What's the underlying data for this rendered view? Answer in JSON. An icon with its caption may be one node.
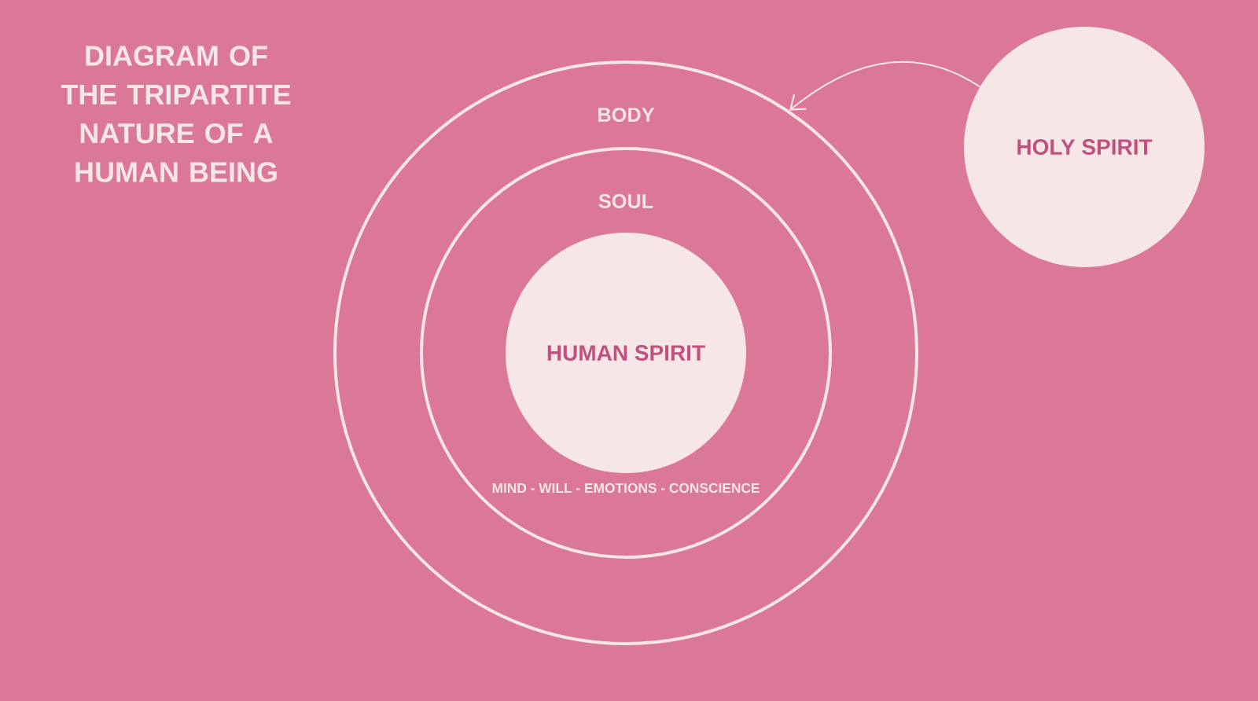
{
  "diagram": {
    "title": "DIAGRAM OF THE TRIPARTITE NATURE OF A HUMAN BEING",
    "nodes": [
      {
        "text": [
          "BODY"
        ]
      },
      {
        "text": [
          "SOUL",
          "MIND - WILL - EMOTIONS - CONSCIENCE"
        ],
        "in": 0
      },
      {
        "text": [
          "HUMAN SPIRIT"
        ],
        "in": 1
      },
      {
        "text": [
          "HOLY SPIRIT"
        ]
      }
    ],
    "edges": [
      {
        "from": 3,
        "to": 0,
        "arrow": "to"
      }
    ]
  }
}
